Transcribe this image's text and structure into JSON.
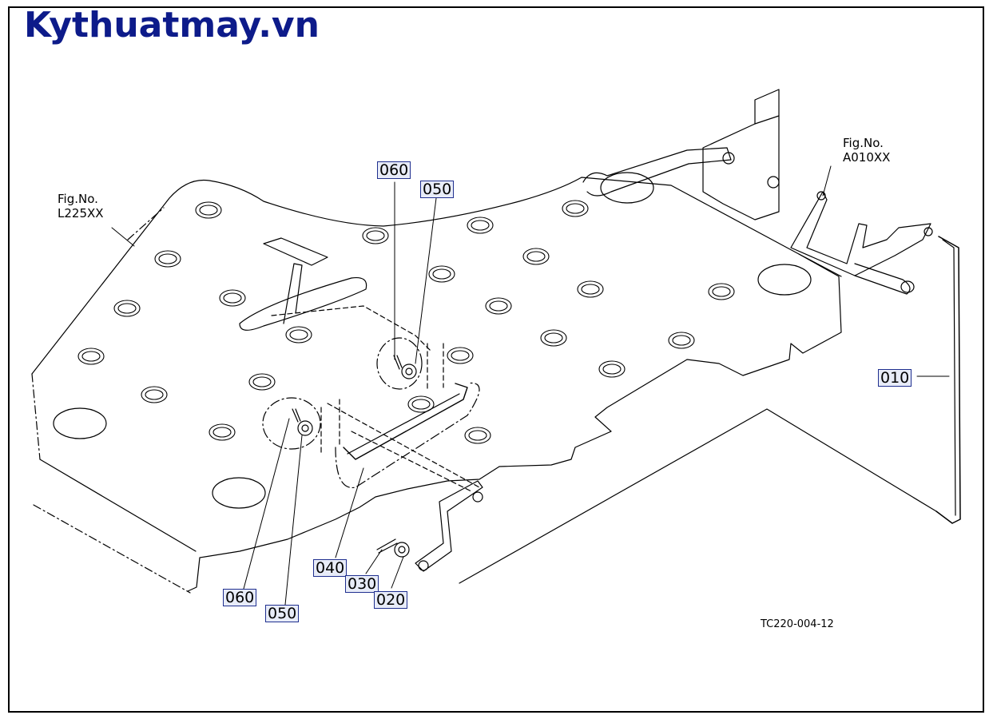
{
  "watermark": "Kythuatmay.vn",
  "figure_refs": [
    {
      "line1": "Fig.No.",
      "line2": "L225XX"
    },
    {
      "line1": "Fig.No.",
      "line2": "A010XX"
    }
  ],
  "part_labels": {
    "p010": "010",
    "p020": "020",
    "p030": "030",
    "p040": "040",
    "p050_top": "050",
    "p050_bottom": "050",
    "p060_top": "060",
    "p060_bottom": "060"
  },
  "drawing_code": "TC220-004-12",
  "colors": {
    "watermark": "#0d1b8a",
    "tag_border": "#1f2f8f",
    "tag_fill": "#e8ecf8"
  }
}
